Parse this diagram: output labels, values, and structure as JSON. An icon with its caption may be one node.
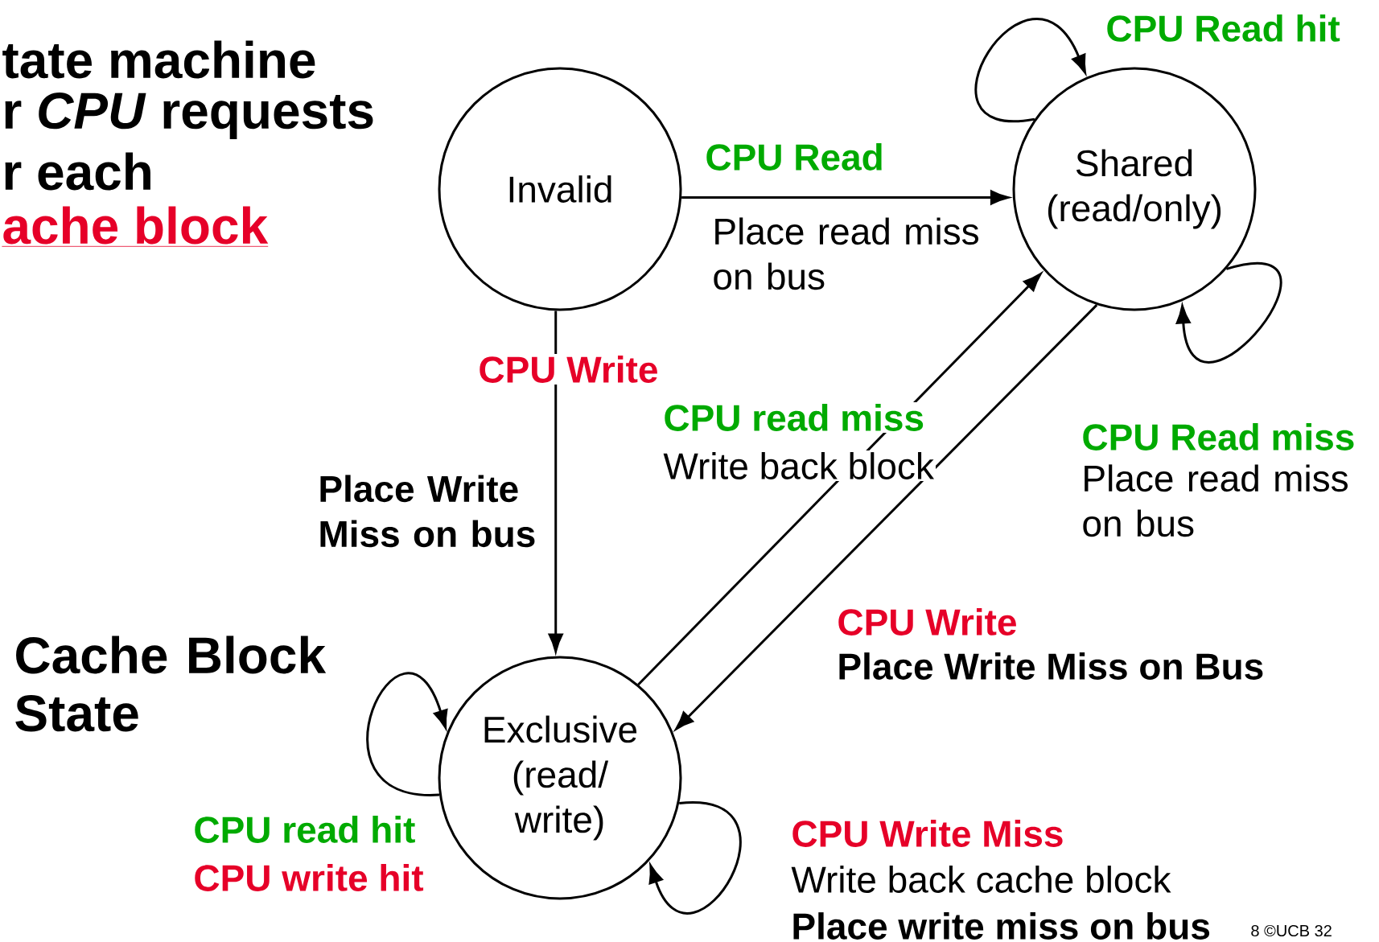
{
  "diagram": {
    "nodes": [
      {
        "text": [
          "Invalid"
        ]
      },
      {
        "text": [
          "Shared (read/only)"
        ]
      },
      {
        "text": [
          "Exclusive (read/ write)"
        ]
      }
    ],
    "edges": [
      {
        "from": 0,
        "to": 1,
        "arrow": "to",
        "label": "CPU Read"
      },
      {
        "from": 1,
        "to": 1,
        "arrow": "to",
        "label": "CPU Read hit"
      },
      {
        "from": 1,
        "to": 1,
        "arrow": "to",
        "label": "CPU Read miss"
      },
      {
        "from": 0,
        "to": 2,
        "arrow": "to",
        "label": "CPU Write"
      },
      {
        "from": 2,
        "to": 1,
        "arrow": "to",
        "label": "CPU read miss"
      },
      {
        "from": 1,
        "to": 2,
        "arrow": "to",
        "label": "CPU Write"
      },
      {
        "from": 2,
        "to": 2,
        "arrow": "to",
        "label": "CPU read hit"
      },
      {
        "from": 2,
        "to": 2,
        "arrow": "to",
        "label": "CPU Write Miss"
      }
    ],
    "labels": [
      "tate machine",
      "r *CPU* requests",
      "r each",
      "ache block",
      "Place read miss on bus",
      "Place Write Miss on bus",
      "Write back block",
      "Place read miss on bus",
      "Place Write Miss on Bus",
      "Cache Block State",
      "CPU write hit",
      "Write back cache block",
      "Place write miss on bus",
      "8 ©UCB 32"
    ]
  }
}
